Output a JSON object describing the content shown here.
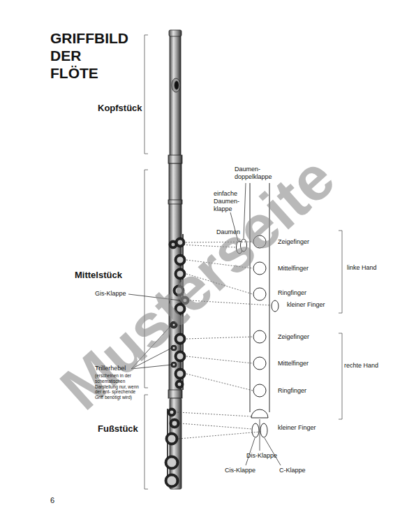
{
  "diagram": {
    "title": "GRIFFBILD DER FLÖTE",
    "labels": [
      "Kopfstück",
      "Daumen- doppelklappe",
      "einfache Daumen- klappe",
      "Daumen",
      "Zeigefinger",
      "Mittelstück",
      "Mittelfinger",
      "linke Hand",
      "Gis-Klappe",
      "Ringfinger",
      "kleiner Finger",
      "Zeigefinger",
      "Trillerhebel",
      "(erscheinen in der schematischen Darstellung nur, wenn der ent- sprechende Griff benötigt wird)",
      "Mittelfinger",
      "rechte Hand",
      "Ringfinger",
      "Fußstück",
      "kleiner Finger",
      "Dis-Klappe",
      "Cis-Klappe",
      "C-Klappe",
      "6",
      "Musterseite"
    ]
  }
}
